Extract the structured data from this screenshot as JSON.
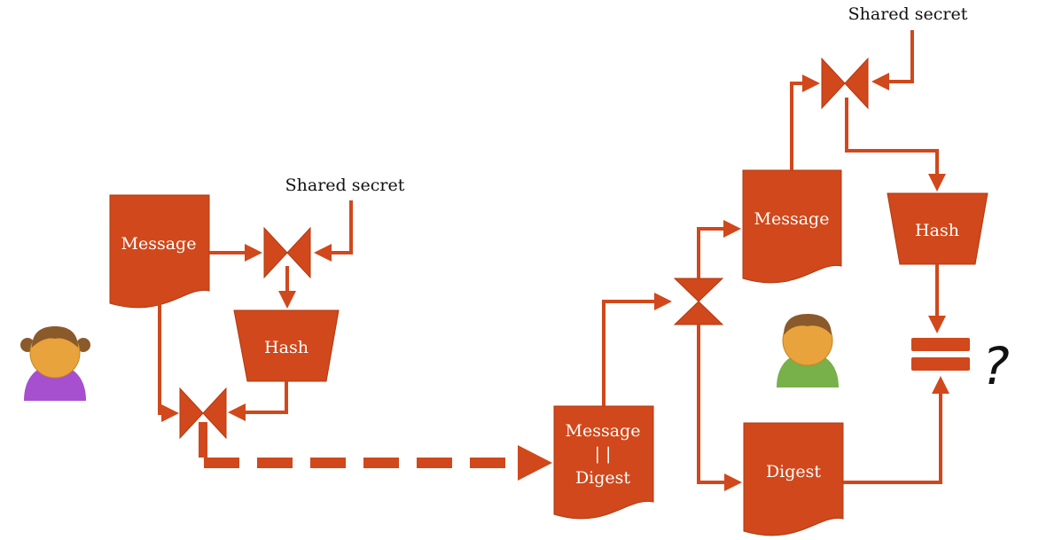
{
  "colors": {
    "accent": "#D0481B",
    "accent_dark": "#B13A12",
    "label_dark": "#111111",
    "sender_shirt": "#A64FCF",
    "receiver_shirt": "#78B04A",
    "skin": "#E9A33C",
    "hair": "#8A5A2B"
  },
  "icons": {
    "sender": "person-icon-girl",
    "receiver": "person-icon-boy",
    "combine": "bowtie-combine-icon",
    "split": "bowtie-split-icon",
    "equals": "equals-icon"
  },
  "sender_side": {
    "message_label": "Message",
    "secret_label": "Shared secret",
    "hash_label": "Hash"
  },
  "transmitted": {
    "line1": "Message",
    "line2": "| |",
    "line3": "Digest"
  },
  "receiver_side": {
    "message_label": "Message",
    "digest_label": "Digest",
    "secret_label": "Shared secret",
    "hash_label": "Hash",
    "question": "?"
  }
}
